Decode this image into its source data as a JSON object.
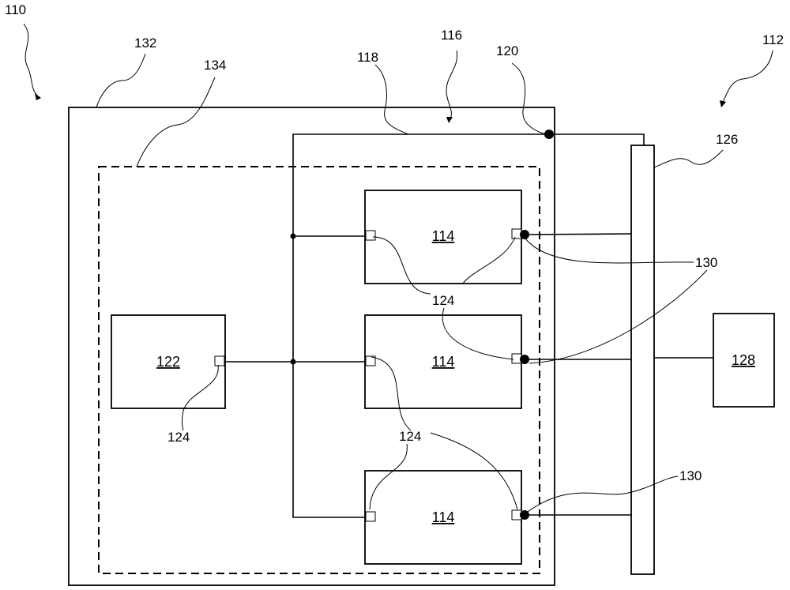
{
  "reference_numerals": {
    "system": "110",
    "outer_housing": "132",
    "dashed_region": "134",
    "internal_bus_line": "118",
    "internal_bus": "116",
    "bus_connection_node": "120",
    "external_system": "112",
    "external_bus": "126",
    "connection_points": "130",
    "connection_points_lower": "130",
    "ports_left": "124",
    "ports_middle": "124",
    "ports_lower": "124"
  },
  "blocks": {
    "controller": "122",
    "module_top": "114",
    "module_middle": "114",
    "module_bottom": "114",
    "external_device": "128"
  }
}
